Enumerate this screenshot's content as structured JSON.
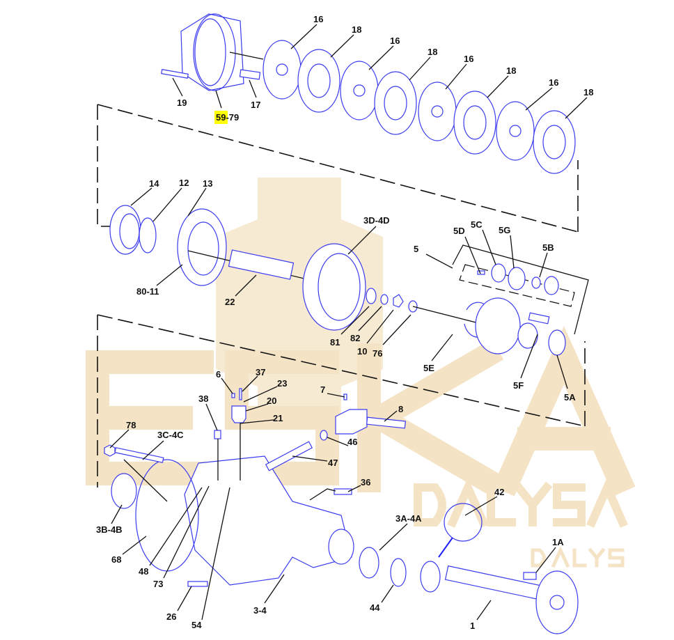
{
  "diagram": {
    "title_hidden": null,
    "highlight_color": "#ffff00",
    "part_color": "#3b3bf0",
    "watermark": {
      "brand": "ESKA",
      "sub": "DALYS",
      "logo_text": "DALYSA"
    },
    "labels": {
      "l16a": "16",
      "l18a": "18",
      "l16b": "16",
      "l18b": "18",
      "l16c": "16",
      "l18c": "18",
      "l16d": "16",
      "l18d": "18",
      "l19": "19",
      "l59": "59",
      "l59rest": "-79",
      "l17": "17",
      "l14": "14",
      "l12": "12",
      "l13": "13",
      "l3d4d": "3D-4D",
      "l5": "5",
      "l5d": "5D",
      "l5c": "5C",
      "l5g": "5G",
      "l5b": "5B",
      "l8011": "80-11",
      "l22": "22",
      "l81": "81",
      "l82": "82",
      "l10": "10",
      "l76": "76",
      "l5e": "5E",
      "l5f": "5F",
      "l5a": "5A",
      "l6": "6",
      "l37": "37",
      "l23": "23",
      "l20": "20",
      "l21": "21",
      "l38": "38",
      "l7": "7",
      "l8": "8",
      "l46": "46",
      "l47": "47",
      "l78": "78",
      "l3c4c": "3C-4C",
      "l36": "36",
      "l42": "42",
      "l3a4a": "3A-4A",
      "l1a": "1A",
      "l3b4b": "3B-4B",
      "l68": "68",
      "l48": "48",
      "l73": "73",
      "l26": "26",
      "l54": "54",
      "l34": "3-4",
      "l44": "44",
      "l1": "1"
    }
  }
}
